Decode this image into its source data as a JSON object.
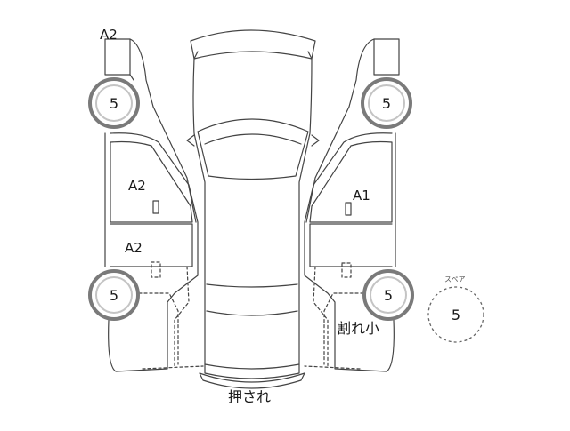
{
  "tires": {
    "front_left": "5",
    "front_right": "5",
    "rear_left": "5",
    "rear_right": "5"
  },
  "spare": {
    "caption": "スペア",
    "value": "5"
  },
  "damage_codes": {
    "left_front_fender": "A2",
    "left_front_door": "A2",
    "left_rear_door": "A2",
    "right_front_door": "A1"
  },
  "notes": {
    "rear_bumper": "押され",
    "right_rear": "割れ小"
  },
  "colors": {
    "outline": "#444444",
    "tire_outer": "#7a7a7a",
    "tire_ring": "#c4c4c4",
    "text": "#1a1a1a"
  }
}
